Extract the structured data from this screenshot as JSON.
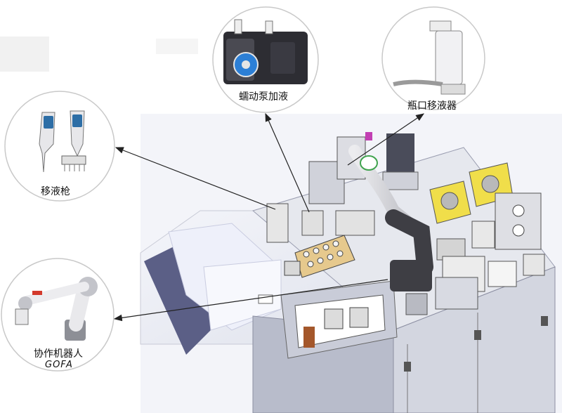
{
  "callouts": {
    "pipette": {
      "label": "移液枪"
    },
    "peristaltic_pump": {
      "label": "蠕动泵加液"
    },
    "bottle_dispenser": {
      "label": "瓶口移液器"
    },
    "cobot": {
      "label": "协作机器人",
      "sublabel": "GOFA"
    }
  },
  "colors": {
    "machine_body": "#e6e8ee",
    "machine_shadow": "#b8bccb",
    "enclosure_dark": "#5b5f86",
    "enclosure_light": "#eef0fa",
    "yellow_module": "#f0de4a",
    "robot_arm": "#3e3e44",
    "callout_border": "#c9c9c9",
    "arrow": "#222222"
  },
  "icons": [
    "pipette-icon",
    "peristaltic-pump-icon",
    "bottle-dispenser-icon",
    "robot-arm-icon",
    "arrow-icon"
  ]
}
